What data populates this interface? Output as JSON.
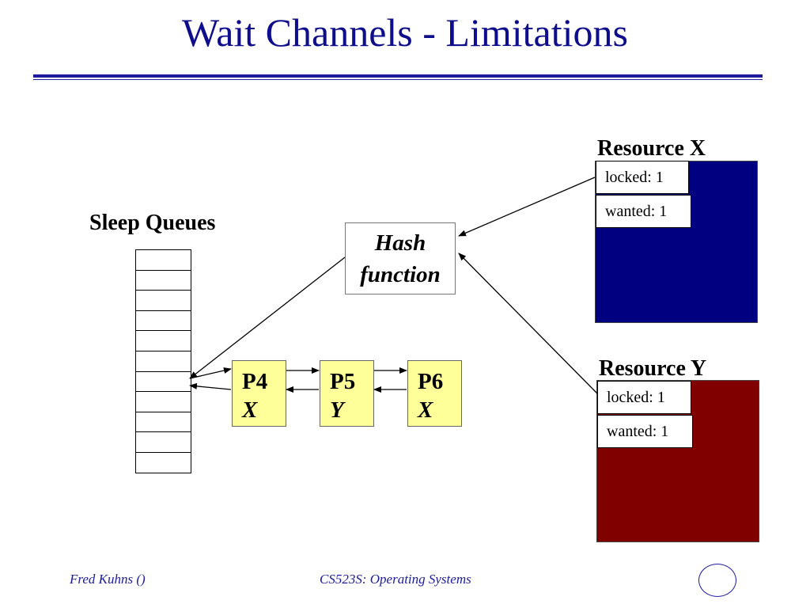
{
  "slide": {
    "title": "Wait Channels - Limitations"
  },
  "sleep_queues": {
    "heading": "Sleep Queues",
    "slot_count": 11
  },
  "hash_box": {
    "line1": "Hash",
    "line2": "function"
  },
  "processes": [
    {
      "name": "P4",
      "resource": "X"
    },
    {
      "name": "P5",
      "resource": "Y"
    },
    {
      "name": "P6",
      "resource": "X"
    }
  ],
  "resources": [
    {
      "heading": "Resource X",
      "locked": "locked: 1",
      "wanted": "wanted: 1",
      "color": "#000080"
    },
    {
      "heading": "Resource Y",
      "locked": "locked: 1",
      "wanted": "wanted: 1",
      "color": "#800000"
    }
  ],
  "footer": {
    "author": "Fred Kuhns ()",
    "course": "CS523S: Operating Systems"
  }
}
